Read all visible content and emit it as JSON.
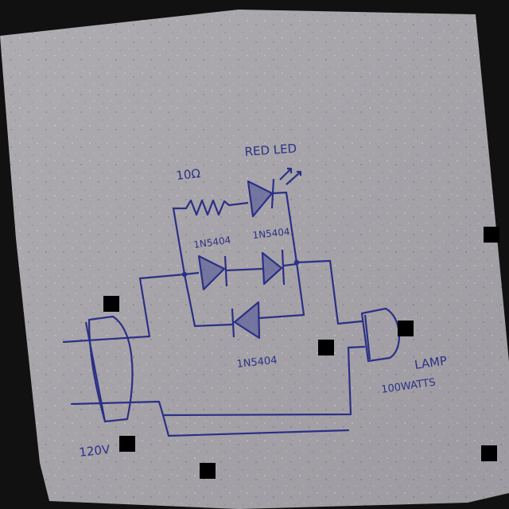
{
  "colors": {
    "background": "#111111",
    "paper": "#a8a6ab",
    "ink": "#2b2f86",
    "marker": "#000000"
  },
  "labels": {
    "red_led": "RED LED",
    "resistor": "10Ω",
    "diode_top_left": "1N5404",
    "diode_top_right": "1N5404",
    "diode_bottom": "1N5404",
    "generator": "120V",
    "lamp_title": "LAMP",
    "lamp_rating": "100WATTS"
  }
}
